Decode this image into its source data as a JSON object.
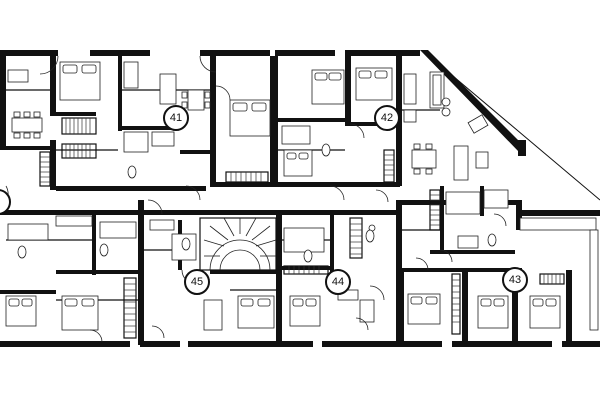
{
  "floor_plan": {
    "units": [
      {
        "id": "unit-41",
        "label": "41"
      },
      {
        "id": "unit-42",
        "label": "42"
      },
      {
        "id": "unit-43",
        "label": "43"
      },
      {
        "id": "unit-44",
        "label": "44"
      },
      {
        "id": "unit-45",
        "label": "45"
      }
    ],
    "colors": {
      "wall": "#111111",
      "background": "#ffffff",
      "fixture": "#222222"
    }
  }
}
